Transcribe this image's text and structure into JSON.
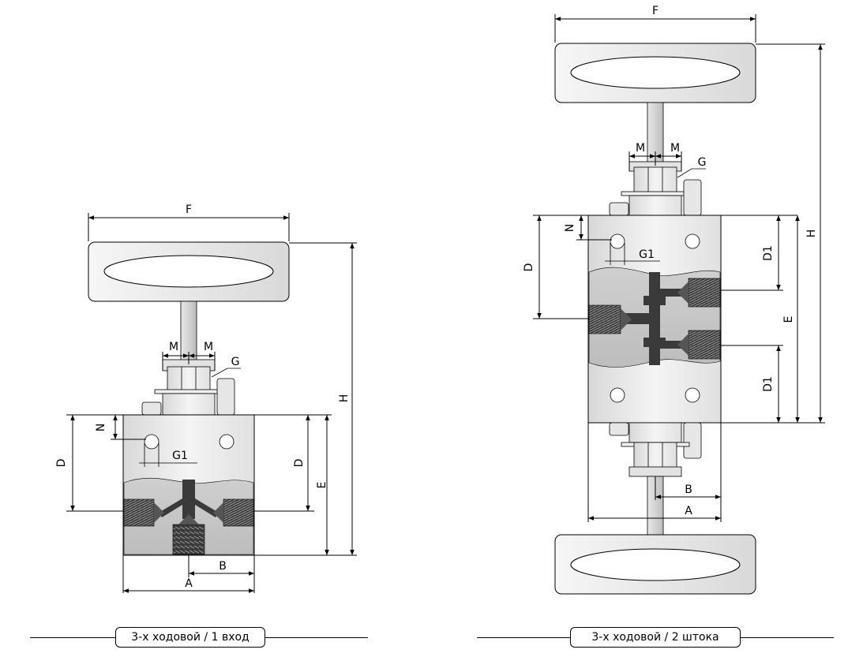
{
  "left_diagram": {
    "caption": "3-х ходовой / 1 вход",
    "dims": {
      "F": "F",
      "M1": "M",
      "M2": "M",
      "G": "G",
      "N": "N",
      "G1": "G1",
      "D_left": "D",
      "D_right": "D",
      "E": "E",
      "H": "H",
      "B": "B",
      "A": "A"
    }
  },
  "right_diagram": {
    "caption": "3-х ходовой / 2 штока",
    "dims": {
      "F": "F",
      "M1": "M",
      "M2": "M",
      "G": "G",
      "N": "N",
      "G1": "G1",
      "D": "D",
      "D1_top": "D1",
      "D1_bottom": "D1",
      "E": "E",
      "H": "H",
      "B": "B",
      "A": "A"
    }
  }
}
